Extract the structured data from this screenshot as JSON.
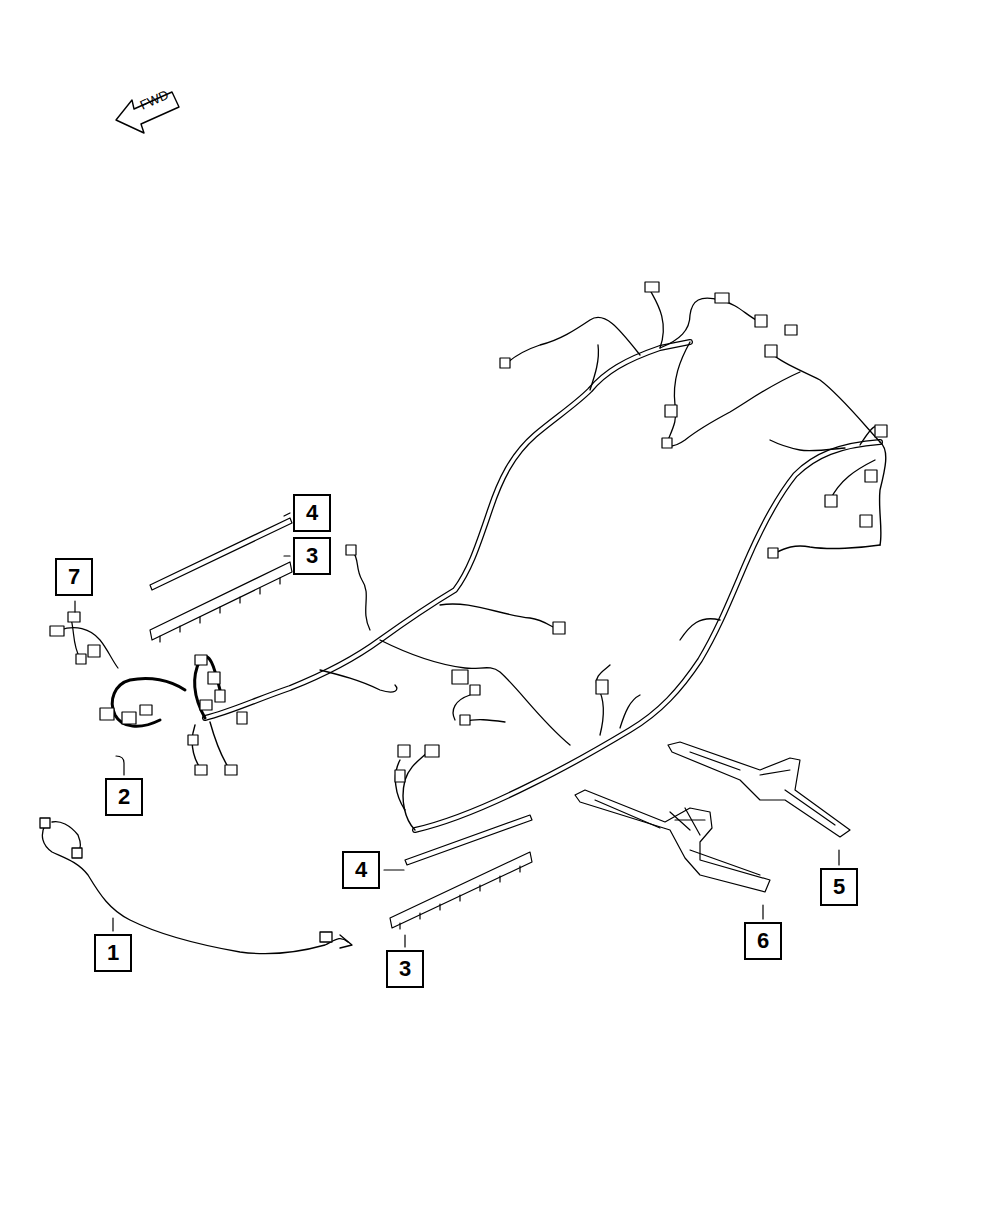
{
  "diagram": {
    "nodes": [
      {
        "text": [
          "4"
        ]
      },
      {
        "text": [
          "3"
        ]
      },
      {
        "text": [
          "7"
        ]
      },
      {
        "text": [
          "2"
        ]
      },
      {
        "text": [
          "4"
        ]
      },
      {
        "text": [
          "5"
        ]
      },
      {
        "text": [
          "6"
        ]
      },
      {
        "text": [
          "1"
        ]
      },
      {
        "text": [
          "3"
        ]
      }
    ],
    "labels": [
      "FWD"
    ]
  }
}
